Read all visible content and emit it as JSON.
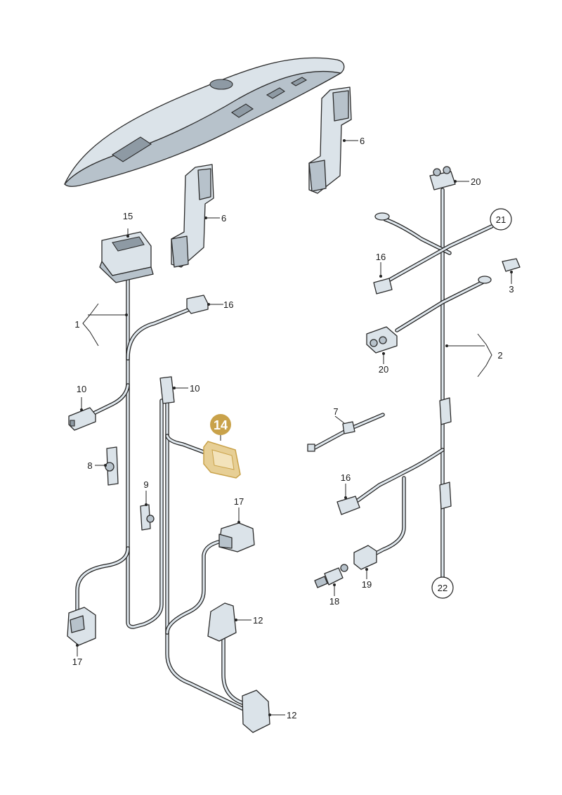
{
  "diagram": {
    "callouts": {
      "c1": "1",
      "c2": "2",
      "c3": "3",
      "c6a": "6",
      "c6b": "6",
      "c7": "7",
      "c8": "8",
      "c9": "9",
      "c10a": "10",
      "c10b": "10",
      "c12a": "12",
      "c12b": "12",
      "c14": "14",
      "c15": "15",
      "c16a": "16",
      "c16b": "16",
      "c16c": "16",
      "c17a": "17",
      "c17b": "17",
      "c18": "18",
      "c19": "19",
      "c20a": "20",
      "c20b": "20",
      "c21": "21",
      "c22": "22"
    },
    "colors": {
      "highlight_fill": "#c9a24a",
      "highlight_part": "#e7cf95",
      "line": "#222222",
      "part_fill": "#dbe3e9"
    }
  }
}
